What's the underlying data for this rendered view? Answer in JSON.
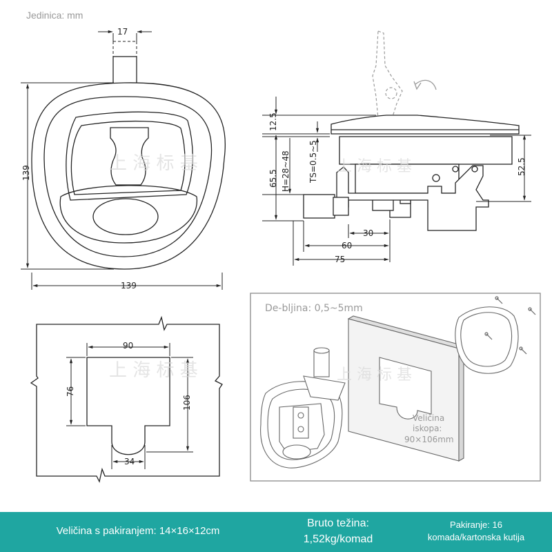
{
  "unit_label": "Jedinica: mm",
  "front_view": {
    "tab_width": "17",
    "height": "139",
    "width": "139"
  },
  "side_view": {
    "top_height": "12.5",
    "total_height": "65.5",
    "grip_range": "H=28~48",
    "thickness_range": "TS=0.5~5",
    "right_height": "52.5",
    "dim_30": "30",
    "dim_60": "60",
    "dim_75": "75"
  },
  "cutout": {
    "width": "90",
    "height": "76",
    "total_height": "106",
    "notch_width": "34"
  },
  "install": {
    "thickness_label": "De-bljina: 0,5~5mm",
    "cutout_label_1": "Veličina",
    "cutout_label_2": "iskopa:",
    "cutout_label_3": "90×106mm"
  },
  "watermark": "上 海 标 基",
  "footer": {
    "package_size": "Veličina s pakiranjem: 14×16×12cm",
    "gross_weight_1": "Bruto težina:",
    "gross_weight_2": "1,52kg/komad",
    "packing_1": "Pakiranje: 16",
    "packing_2": "komada/kartonska kutija"
  },
  "colors": {
    "footer_bg": "#1fa6a1",
    "line": "#222222",
    "note": "#999999"
  }
}
